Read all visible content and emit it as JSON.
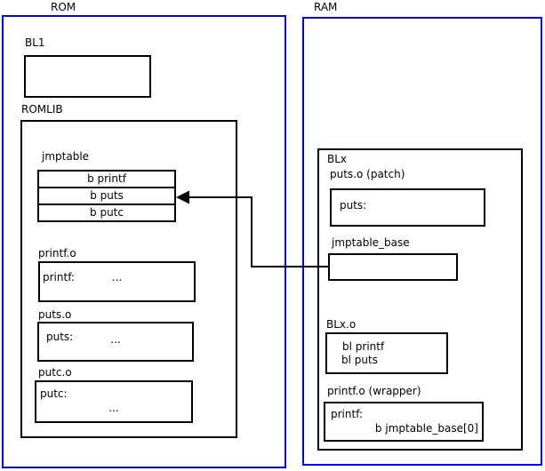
{
  "diagram": {
    "colors": {
      "frame_blue": "#0000ff",
      "box_border": "#000000",
      "background": "#ffffff"
    },
    "rom": {
      "label": "ROM",
      "bl1_label": "BL1",
      "romlib_label": "ROMLIB",
      "jmptable": {
        "label": "jmptable",
        "rows": [
          "b printf",
          "b puts",
          "b putc"
        ]
      },
      "printf_o": {
        "label": "printf.o",
        "symbol": "printf:",
        "ellipsis": "..."
      },
      "puts_o": {
        "label": "puts.o",
        "symbol": "puts:",
        "ellipsis": "..."
      },
      "putc_o": {
        "label": "putc.o",
        "symbol": "putc:",
        "ellipsis": "..."
      }
    },
    "ram": {
      "label": "RAM",
      "blx": {
        "label": "BLx",
        "puts_patch": {
          "label": "puts.o (patch)",
          "symbol": "puts:"
        },
        "jmptable_base_label": "jmptable_base",
        "blx_o": {
          "label": "BLx.o",
          "lines": [
            "bl printf",
            "bl puts"
          ]
        },
        "printf_wrapper": {
          "label": "printf.o (wrapper)",
          "symbol": "printf:",
          "instruction": "b jmptable_base[0]"
        }
      }
    }
  }
}
